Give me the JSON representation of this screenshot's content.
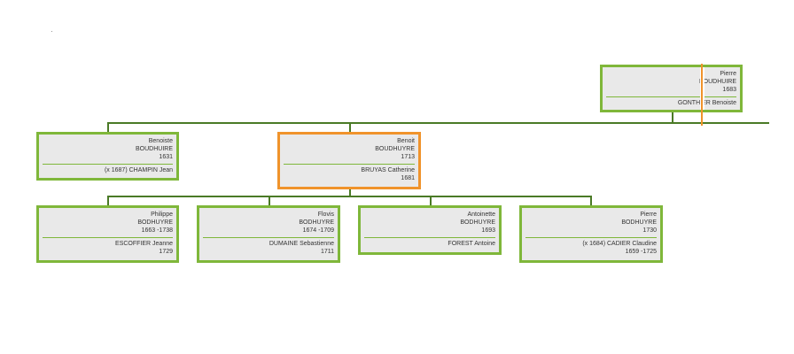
{
  "ancestor": {
    "first": "Pierre",
    "last": "BOUDHUIRE",
    "dates": "1683",
    "spouse_name": "GONTHIER Benoiste",
    "spouse_dates": ""
  },
  "children": [
    {
      "first": "Benoiste",
      "last": "BOUDHUIRE",
      "dates": "1631",
      "spouse_name": "(x 1687) CHAMPIN Jean",
      "spouse_dates": ""
    },
    {
      "first": "Benoit",
      "last": "BOUDHUYRE",
      "dates": "1713",
      "spouse_name": "BRUYAS Catherine",
      "spouse_dates": "1681"
    }
  ],
  "grandchildren": [
    {
      "first": "Philippe",
      "last": "BODHUYRE",
      "dates": "1663 -1738",
      "spouse_name": "ESCOFFIER Jeanne",
      "spouse_dates": "1729"
    },
    {
      "first": "Flovis",
      "last": "BODHUYRE",
      "dates": "1674 -1709",
      "spouse_name": "DUMAINE Sebastienne",
      "spouse_dates": "1711"
    },
    {
      "first": "Antoinette",
      "last": "BODHUYRE",
      "dates": "1693",
      "spouse_name": "FOREST Antoine",
      "spouse_dates": ""
    },
    {
      "first": "Pierre",
      "last": "BODHUYRE",
      "dates": "1730",
      "spouse_name": "(x 1684) CADIER Claudine",
      "spouse_dates": "1659 -1725"
    }
  ],
  "colors": {
    "card_border": "#7fb73a",
    "focus_border": "#f0932b",
    "connector": "#4a7a26",
    "card_bg": "#e9e9e9"
  }
}
